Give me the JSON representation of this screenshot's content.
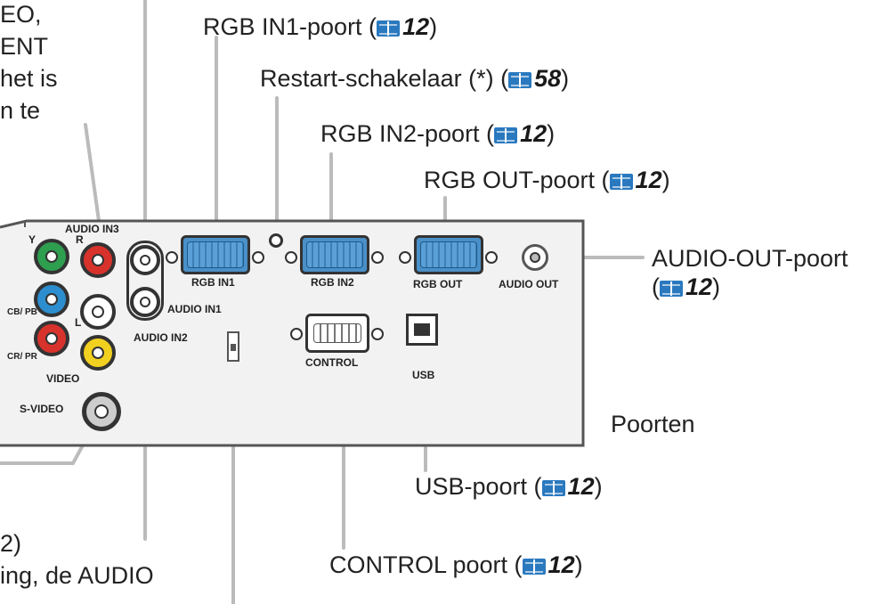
{
  "callouts": {
    "rgb_in1": {
      "text": "RGB IN1-poort (",
      "page": "12",
      "close": ")"
    },
    "restart": {
      "text": "Restart-schakelaar (*) (",
      "page": "58",
      "close": ")"
    },
    "rgb_in2": {
      "text": "RGB IN2-poort (",
      "page": "12",
      "close": ")"
    },
    "rgb_out": {
      "text": "RGB OUT-poort (",
      "page": "12",
      "close": ")"
    },
    "audio_out_l1": "AUDIO-OUT-poort",
    "audio_out": {
      "page": "12",
      "close": ")",
      "open": "("
    },
    "usb": {
      "text": "USB-poort (",
      "page": "12",
      "close": ")"
    },
    "control": {
      "text": "CONTROL poort (",
      "page": "12",
      "close": ")"
    },
    "poorten": "Poorten",
    "left_top_1": "EO,",
    "left_top_2": "ENT",
    "left_top_3": "het is",
    "left_top_4": "n te",
    "left_bottom_1": "2)",
    "left_bottom_2": "ing, de AUDIO"
  },
  "panel_labels": {
    "audio_in3": "AUDIO IN3",
    "y": "Y",
    "r": "R",
    "cb_pb": "CB/ PB",
    "l": "L",
    "cr_pr": "CR/ PR",
    "video": "VIDEO",
    "s_video": "S-VIDEO",
    "rgb_in1": "RGB IN1",
    "rgb_in2": "RGB IN2",
    "rgb_out": "RGB OUT",
    "audio_out": "AUDIO OUT",
    "audio_in1": "AUDIO IN1",
    "audio_in2": "AUDIO IN2",
    "control": "CONTROL",
    "usb": "USB"
  },
  "colors": {
    "reference_icon": "#2a79bf",
    "connector_blue": "#4a90c8",
    "jack_green": "#2e9e4f",
    "jack_red": "#d8322c",
    "jack_blue": "#2c8ecf",
    "jack_yellow": "#f2d020",
    "leader_line": "#bbbbbb"
  }
}
